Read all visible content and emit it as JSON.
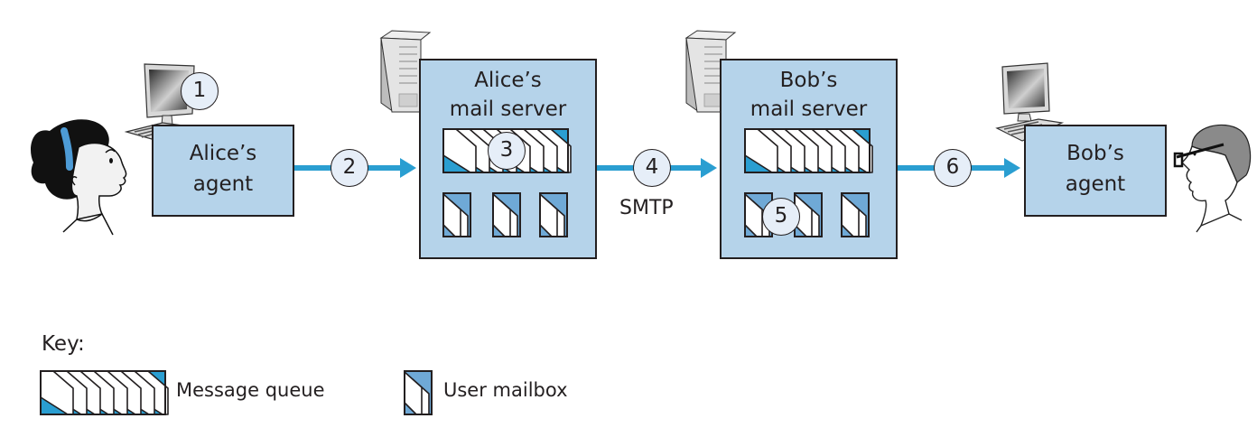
{
  "diagram": {
    "description": "Alice sends a message to Bob via SMTP",
    "colors": {
      "box_fill": "#b5d3ea",
      "arrow": "#2a9ed1",
      "queue_blue": "#2a9ed1",
      "mailbox_blue": "#6fa9d6",
      "step_circle_fill": "#e6eef8",
      "outline": "#231f20"
    },
    "nodes": {
      "alice_agent": {
        "line1": "Alice’s",
        "line2": "agent"
      },
      "alice_server": {
        "line1": "Alice’s",
        "line2": "mail server"
      },
      "bob_server": {
        "line1": "Bob’s",
        "line2": "mail server"
      },
      "bob_agent": {
        "line1": "Bob’s",
        "line2": "agent"
      }
    },
    "steps": [
      "1",
      "2",
      "3",
      "4",
      "5",
      "6"
    ],
    "protocol_label": "SMTP",
    "icons": {
      "alice": "person-woman-icon",
      "bob": "person-man-glasses-icon",
      "pc": "desktop-computer-icon",
      "server": "server-tower-icon"
    }
  },
  "key": {
    "title": "Key:",
    "items": [
      {
        "label": "Message queue",
        "icon": "message-queue-icon"
      },
      {
        "label": "User mailbox",
        "icon": "user-mailbox-icon"
      }
    ]
  }
}
